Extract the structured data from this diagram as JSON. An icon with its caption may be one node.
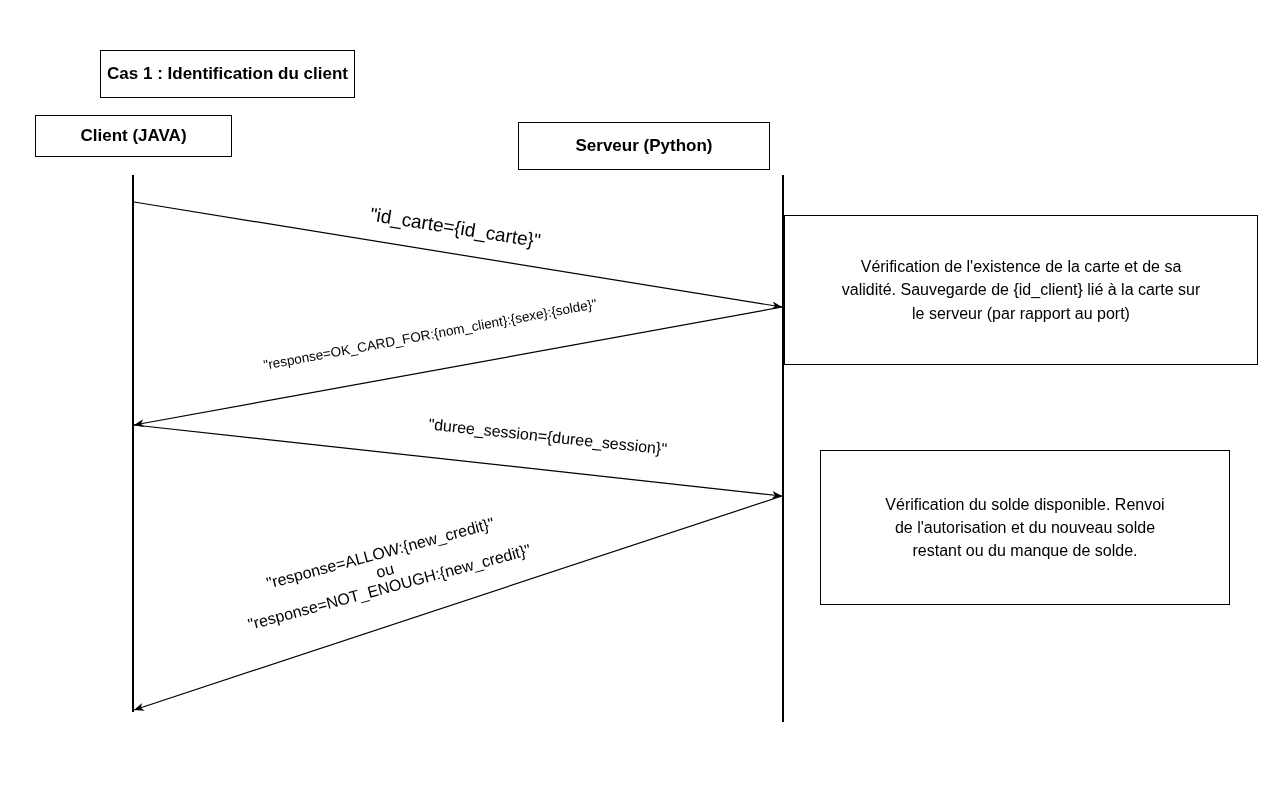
{
  "diagram": {
    "nodes": [
      {
        "text": [
          "Cas 1 : Identification du client"
        ]
      },
      {
        "text": [
          "Client (JAVA)"
        ]
      },
      {
        "text": [
          "Serveur (Python)"
        ]
      },
      {
        "text": [],
        "shape": "bar"
      },
      {
        "text": [],
        "shape": "bar"
      },
      {
        "text": [
          "Vérification de l'existence de la carte et de sa validité. Sauvegarde de {id_client} lié à la carte sur le serveur (par rapport au port)"
        ]
      },
      {
        "text": [
          "Vérification du solde disponible. Renvoi de l'autorisation et du nouveau solde restant ou du manque de solde."
        ]
      }
    ],
    "edges": [
      {
        "from": 3,
        "to": 4,
        "arrow": "to",
        "label": "\"id_carte={id_carte}\""
      },
      {
        "from": 4,
        "to": 3,
        "arrow": "to",
        "label": "\"response=OK_CARD_FOR:{nom_client}:{sexe}:{solde}\""
      },
      {
        "from": 3,
        "to": 4,
        "arrow": "to",
        "label": "\"duree_session={duree_session}\""
      },
      {
        "from": 4,
        "to": 3,
        "arrow": "to",
        "label": "\"response=ALLOW:{new_credit}\" ou \"response=NOT_ENOUGH:{new_credit}\""
      }
    ]
  }
}
